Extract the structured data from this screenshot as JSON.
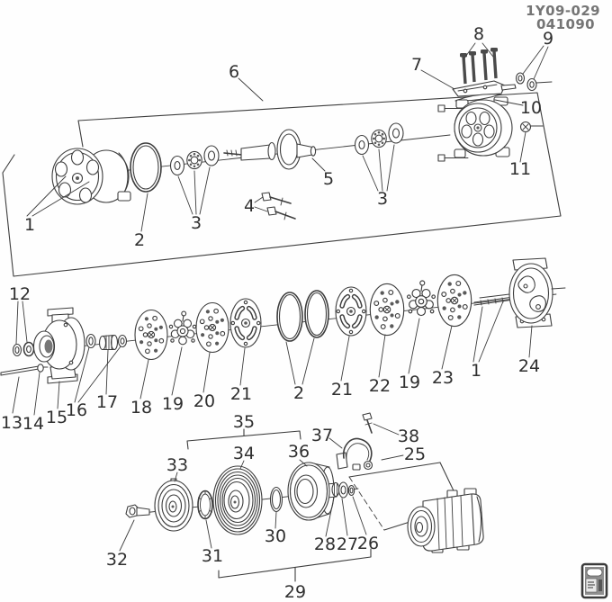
{
  "header": {
    "code": "1Y09-029",
    "date": "041090"
  },
  "callouts": {
    "c1t": "1",
    "c2t": "2",
    "c3a": "3",
    "c3b": "3",
    "c4": "4",
    "c5": "5",
    "c6": "6",
    "c7": "7",
    "c8": "8",
    "c9": "9",
    "c10": "10",
    "c11": "11",
    "c12": "12",
    "c13": "13",
    "c14": "14",
    "c15": "15",
    "c16": "16",
    "c17": "17",
    "c18": "18",
    "c19a": "19",
    "c19b": "19",
    "c20": "20",
    "c21a": "21",
    "c21b": "21",
    "c2m": "2",
    "c22": "22",
    "c23": "23",
    "c1m": "1",
    "c24": "24",
    "c25": "25",
    "c26": "26",
    "c27": "27",
    "c28": "28",
    "c29": "29",
    "c30": "30",
    "c31": "31",
    "c32": "32",
    "c33": "33",
    "c34": "34",
    "c35": "35",
    "c36": "36",
    "c37": "37",
    "c38": "38"
  },
  "icons": {
    "corner_badge": "microfiche-icon"
  }
}
